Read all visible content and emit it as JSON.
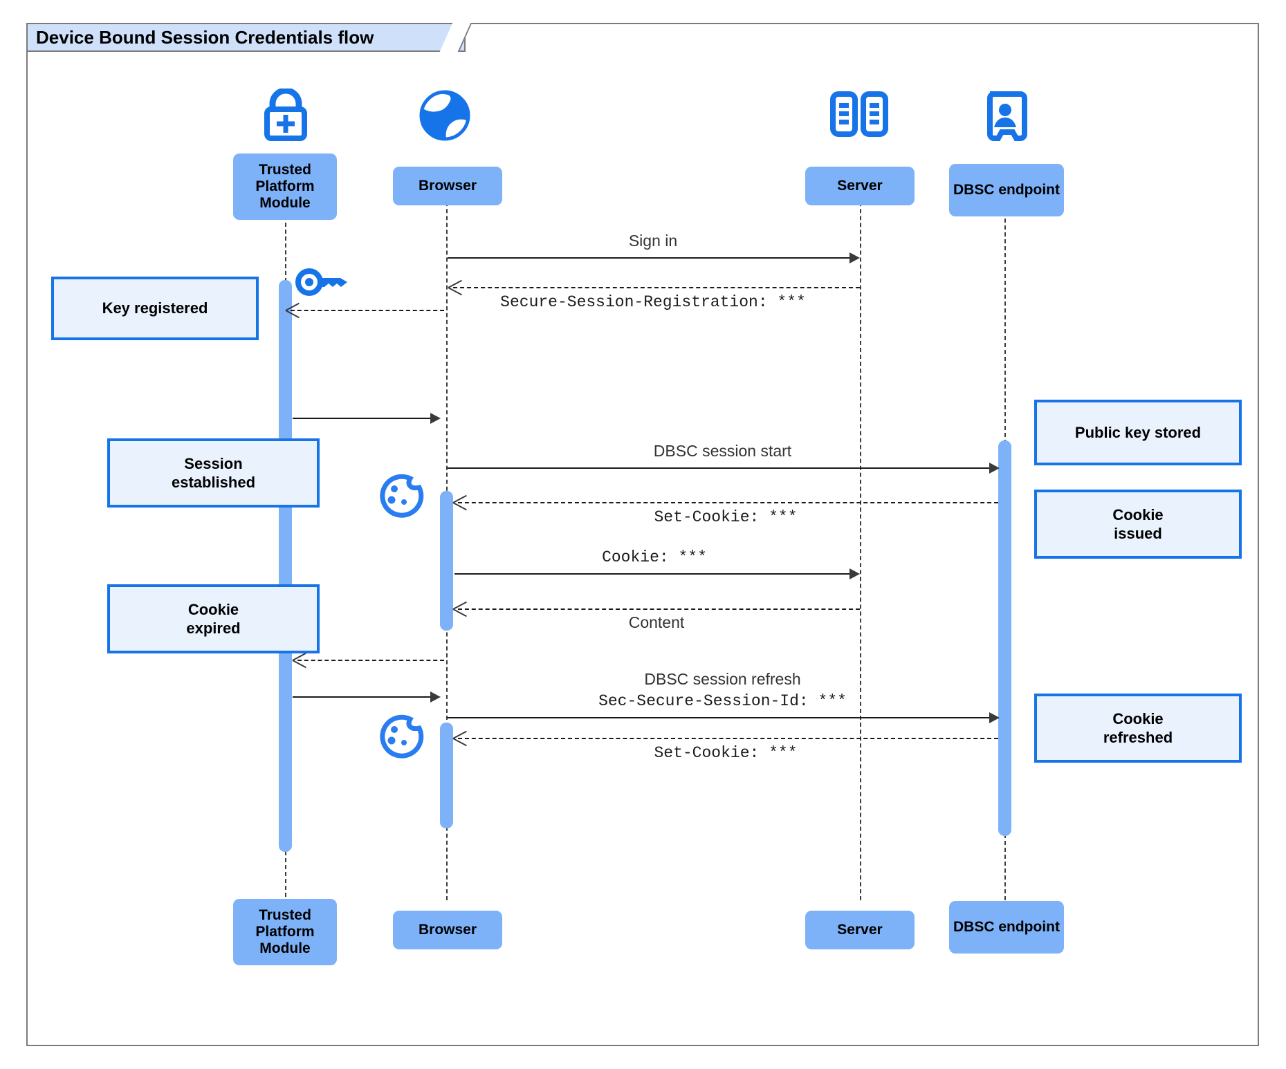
{
  "diagram": {
    "title": "Device Bound Session Credentials flow",
    "type": "sequence-diagram",
    "colors": {
      "participant_fill": "#7db2f9",
      "note_fill": "#eaf2fe",
      "note_border": "#1774e8",
      "icon_blue": "#1774e8",
      "frame_border": "#7a7a7a",
      "title_fill": "#cfe1fa",
      "line": "#1a1a1a"
    }
  },
  "participants": [
    {
      "id": "tpm",
      "label": "Trusted\nPlatform\nModule",
      "icon": "padlock-plus-icon"
    },
    {
      "id": "browser",
      "label": "Browser",
      "icon": "globe-icon"
    },
    {
      "id": "server",
      "label": "Server",
      "icon": "server-rack-icon"
    },
    {
      "id": "dbsc",
      "label": "DBSC\nendpoint",
      "icon": "id-badge-icon"
    }
  ],
  "participants_footer": [
    {
      "id": "tpm",
      "label": "Trusted\nPlatform\nModule"
    },
    {
      "id": "browser",
      "label": "Browser"
    },
    {
      "id": "server",
      "label": "Server"
    },
    {
      "id": "dbsc",
      "label": "DBSC\nendpoint"
    }
  ],
  "messages": [
    {
      "id": "m1",
      "text": "Sign in",
      "style": "sans",
      "from": "browser",
      "to": "server",
      "line": "solid"
    },
    {
      "id": "m2",
      "text": "Secure-Session-Registration: ***",
      "style": "mono",
      "from": "server",
      "to": "browser",
      "line": "dashed"
    },
    {
      "id": "m3",
      "text": "",
      "style": "sans",
      "from": "tpm",
      "to": "browser",
      "line": "solid"
    },
    {
      "id": "m4",
      "text": "DBSC session start",
      "style": "sans",
      "from": "browser",
      "to": "dbsc",
      "line": "solid"
    },
    {
      "id": "m5",
      "text": "Set-Cookie: ***",
      "style": "mono",
      "from": "dbsc",
      "to": "browser",
      "line": "dashed"
    },
    {
      "id": "m6",
      "text": "Cookie: ***",
      "style": "mono",
      "from": "browser",
      "to": "server",
      "line": "solid"
    },
    {
      "id": "m7",
      "text": "Content",
      "style": "sans",
      "from": "server",
      "to": "browser",
      "line": "dashed"
    },
    {
      "id": "m8",
      "text": "",
      "style": "sans",
      "from": "browser",
      "to": "tpm",
      "line": "dashed"
    },
    {
      "id": "m9",
      "text": "DBSC session refresh",
      "style": "sans",
      "from": "tpm",
      "to": "dbsc",
      "line": "solid"
    },
    {
      "id": "m9b",
      "text": "Sec-Secure-Session-Id: ***",
      "style": "mono",
      "from": "browser",
      "to": "dbsc",
      "line": "solid"
    },
    {
      "id": "m10",
      "text": "Set-Cookie: ***",
      "style": "mono",
      "from": "dbsc",
      "to": "browser",
      "line": "dashed"
    }
  ],
  "notes": [
    {
      "id": "n1",
      "text": "Key registered",
      "side": "left",
      "near": "tpm"
    },
    {
      "id": "n2",
      "text": "Session\nestablished",
      "side": "left",
      "near": "tpm"
    },
    {
      "id": "n3",
      "text": "Cookie\nexpired",
      "side": "left",
      "near": "tpm"
    },
    {
      "id": "n4",
      "text": "Public key stored",
      "side": "right",
      "near": "dbsc"
    },
    {
      "id": "n5",
      "text": "Cookie\nissued",
      "side": "right",
      "near": "dbsc"
    },
    {
      "id": "n6",
      "text": "Cookie\nrefreshed",
      "side": "right",
      "near": "dbsc"
    }
  ],
  "inline_icons": [
    {
      "id": "i1",
      "name": "key-icon",
      "near_message": "m2"
    },
    {
      "id": "i2",
      "name": "cookie-icon",
      "near_message": "m5"
    },
    {
      "id": "i3",
      "name": "cookie-icon",
      "near_message": "m10"
    }
  ]
}
